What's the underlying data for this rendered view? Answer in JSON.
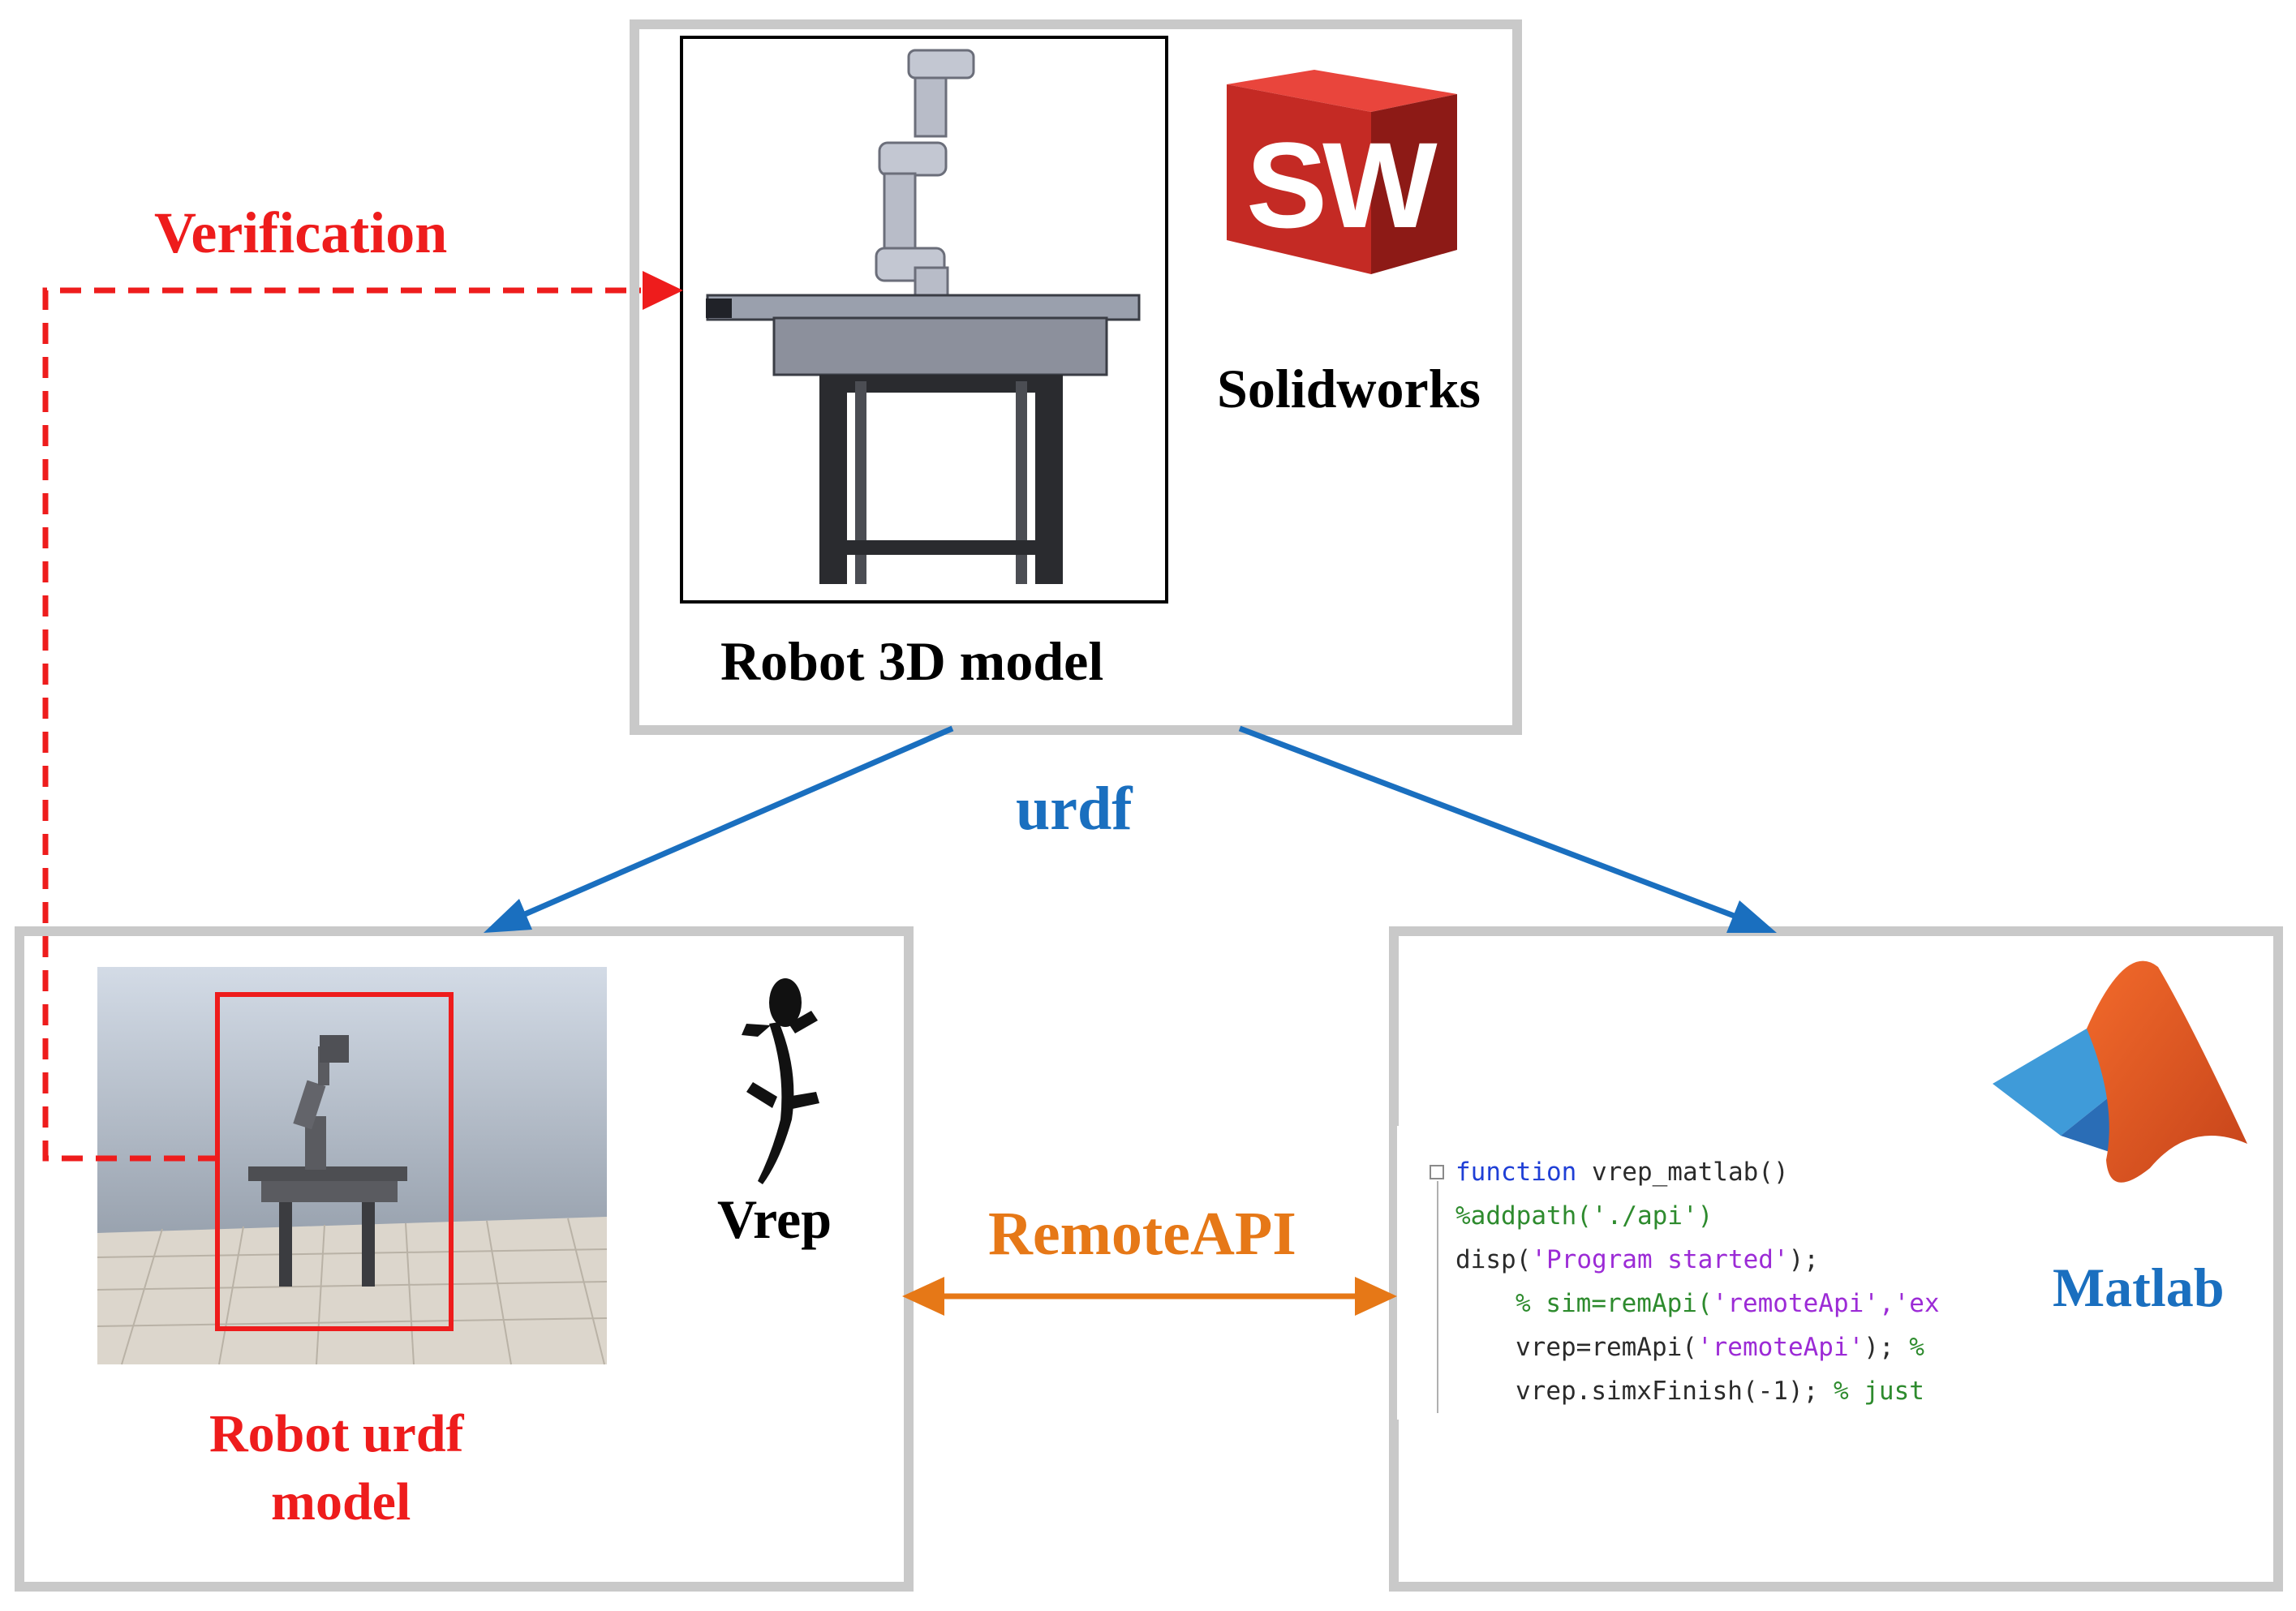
{
  "labels": {
    "robot_3d_model": "Robot 3D model",
    "solidworks": "Solidworks",
    "urdf": "urdf",
    "verification": "Verification",
    "vrep": "Vrep",
    "remote_api": "RemoteAPI",
    "robot_urdf_model_line1": "Robot urdf",
    "robot_urdf_model_line2": "model",
    "matlab": "Matlab",
    "sw_logo_text": "SW"
  },
  "code": {
    "line1_kw": "function",
    "line1_rest": " vrep_matlab()",
    "line2": "%addpath('./api')",
    "line3_pre": "disp(",
    "line3_str": "'Program started'",
    "line3_post": ");",
    "line4_cm": "% sim=remApi(",
    "line4_str": "'remoteApi','ex",
    "line5_pre": "vrep=remApi(",
    "line5_str": "'remoteApi'",
    "line5_post": "); ",
    "line5_cm": "%",
    "line6_pre": "vrep.simxFinish(-1); ",
    "line6_cm": "% just"
  },
  "colors": {
    "verification": "#ee1c1c",
    "urdf": "#1a6fbf",
    "remote_api": "#e67817",
    "matlab": "#1a6fbf",
    "box_border": "#c9c9c9"
  }
}
